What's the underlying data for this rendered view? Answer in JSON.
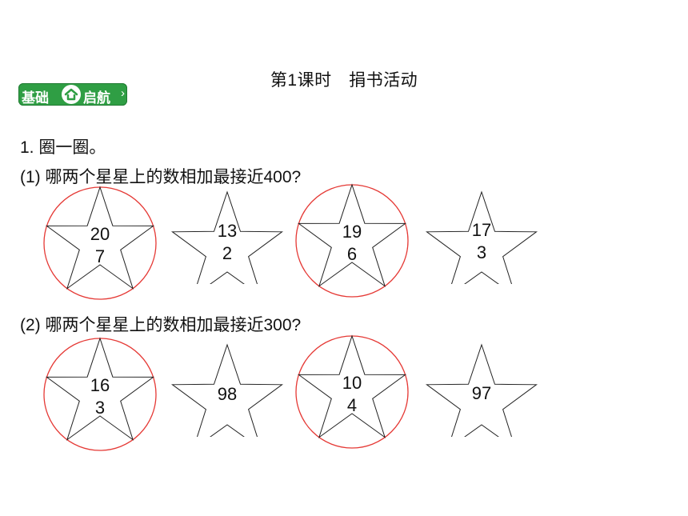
{
  "title": "第1课时　捐书活动",
  "badge": {
    "left": "基础",
    "right": "启航"
  },
  "question": {
    "main": "1. 圈一圈。",
    "part1": "(1)  哪两个星星上的数相加最接近400?",
    "part2": "(2) 哪两个星星上的数相加最接近300?"
  },
  "stars_row1": [
    {
      "line1": "20",
      "line2": "7",
      "circled": true
    },
    {
      "line1": "13",
      "line2": "2",
      "circled": false
    },
    {
      "line1": "19",
      "line2": "6",
      "circled": true
    },
    {
      "line1": "17",
      "line2": "3",
      "circled": false
    }
  ],
  "stars_row2": [
    {
      "line1": "16",
      "line2": "3",
      "circled": true
    },
    {
      "line1": "98",
      "line2": "",
      "circled": false
    },
    {
      "line1": "10",
      "line2": "4",
      "circled": true
    },
    {
      "line1": "97",
      "line2": "",
      "circled": false
    }
  ],
  "colors": {
    "circle": "#e53935",
    "badge": "#2f9e44"
  }
}
